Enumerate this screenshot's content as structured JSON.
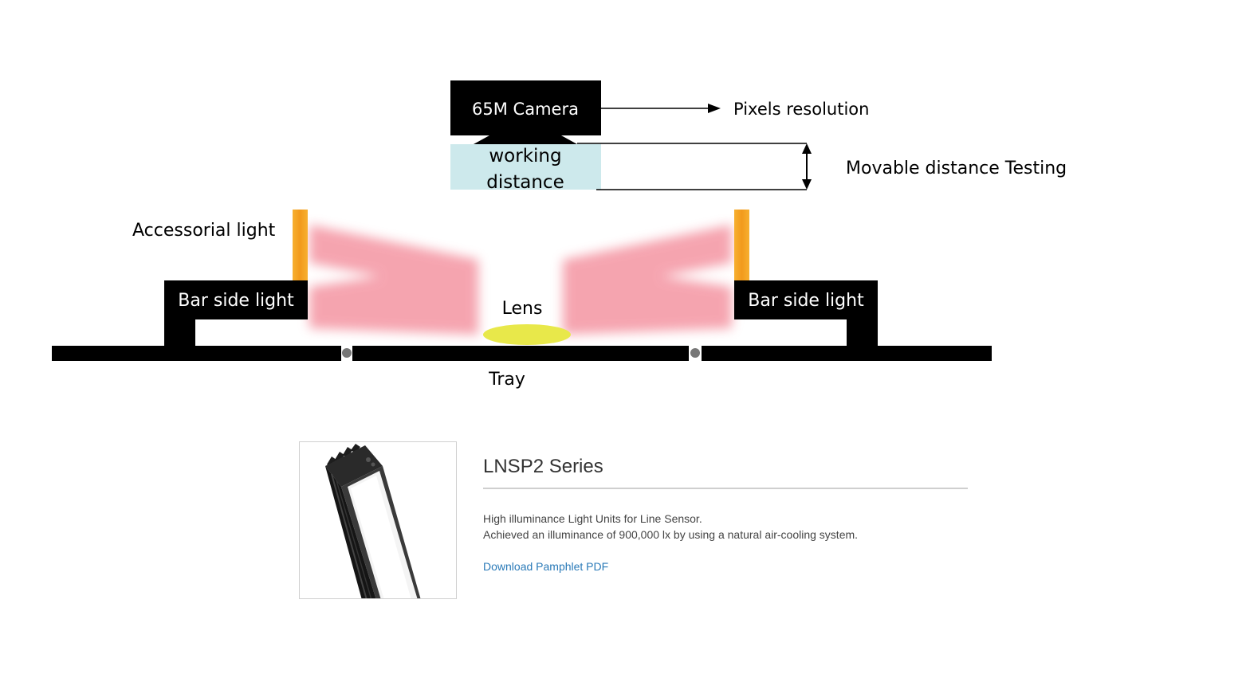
{
  "diagram": {
    "camera_label": "65M Camera",
    "pixels_label": "Pixels resolution",
    "working_distance_line1": "working",
    "working_distance_line2": "distance",
    "movable_label": "Movable distance Testing",
    "accessorial_label": "Accessorial light",
    "bar_left_label": "Bar side light",
    "bar_right_label": "Bar side light",
    "lens_label": "Lens",
    "tray_label": "Tray",
    "colors": {
      "block": "#000000",
      "accent_light": "#f5a623",
      "beam": "#f08090",
      "lens": "#e8e84a",
      "working_box": "#cde9ec",
      "joint": "#777777"
    }
  },
  "product": {
    "title": "LNSP2 Series",
    "description_line1": "High illuminance Light Units for Line Sensor.",
    "description_line2": "Achieved an illuminance of 900,000 lx by using a natural air-cooling system.",
    "link_label": "Download Pamphlet PDF"
  }
}
